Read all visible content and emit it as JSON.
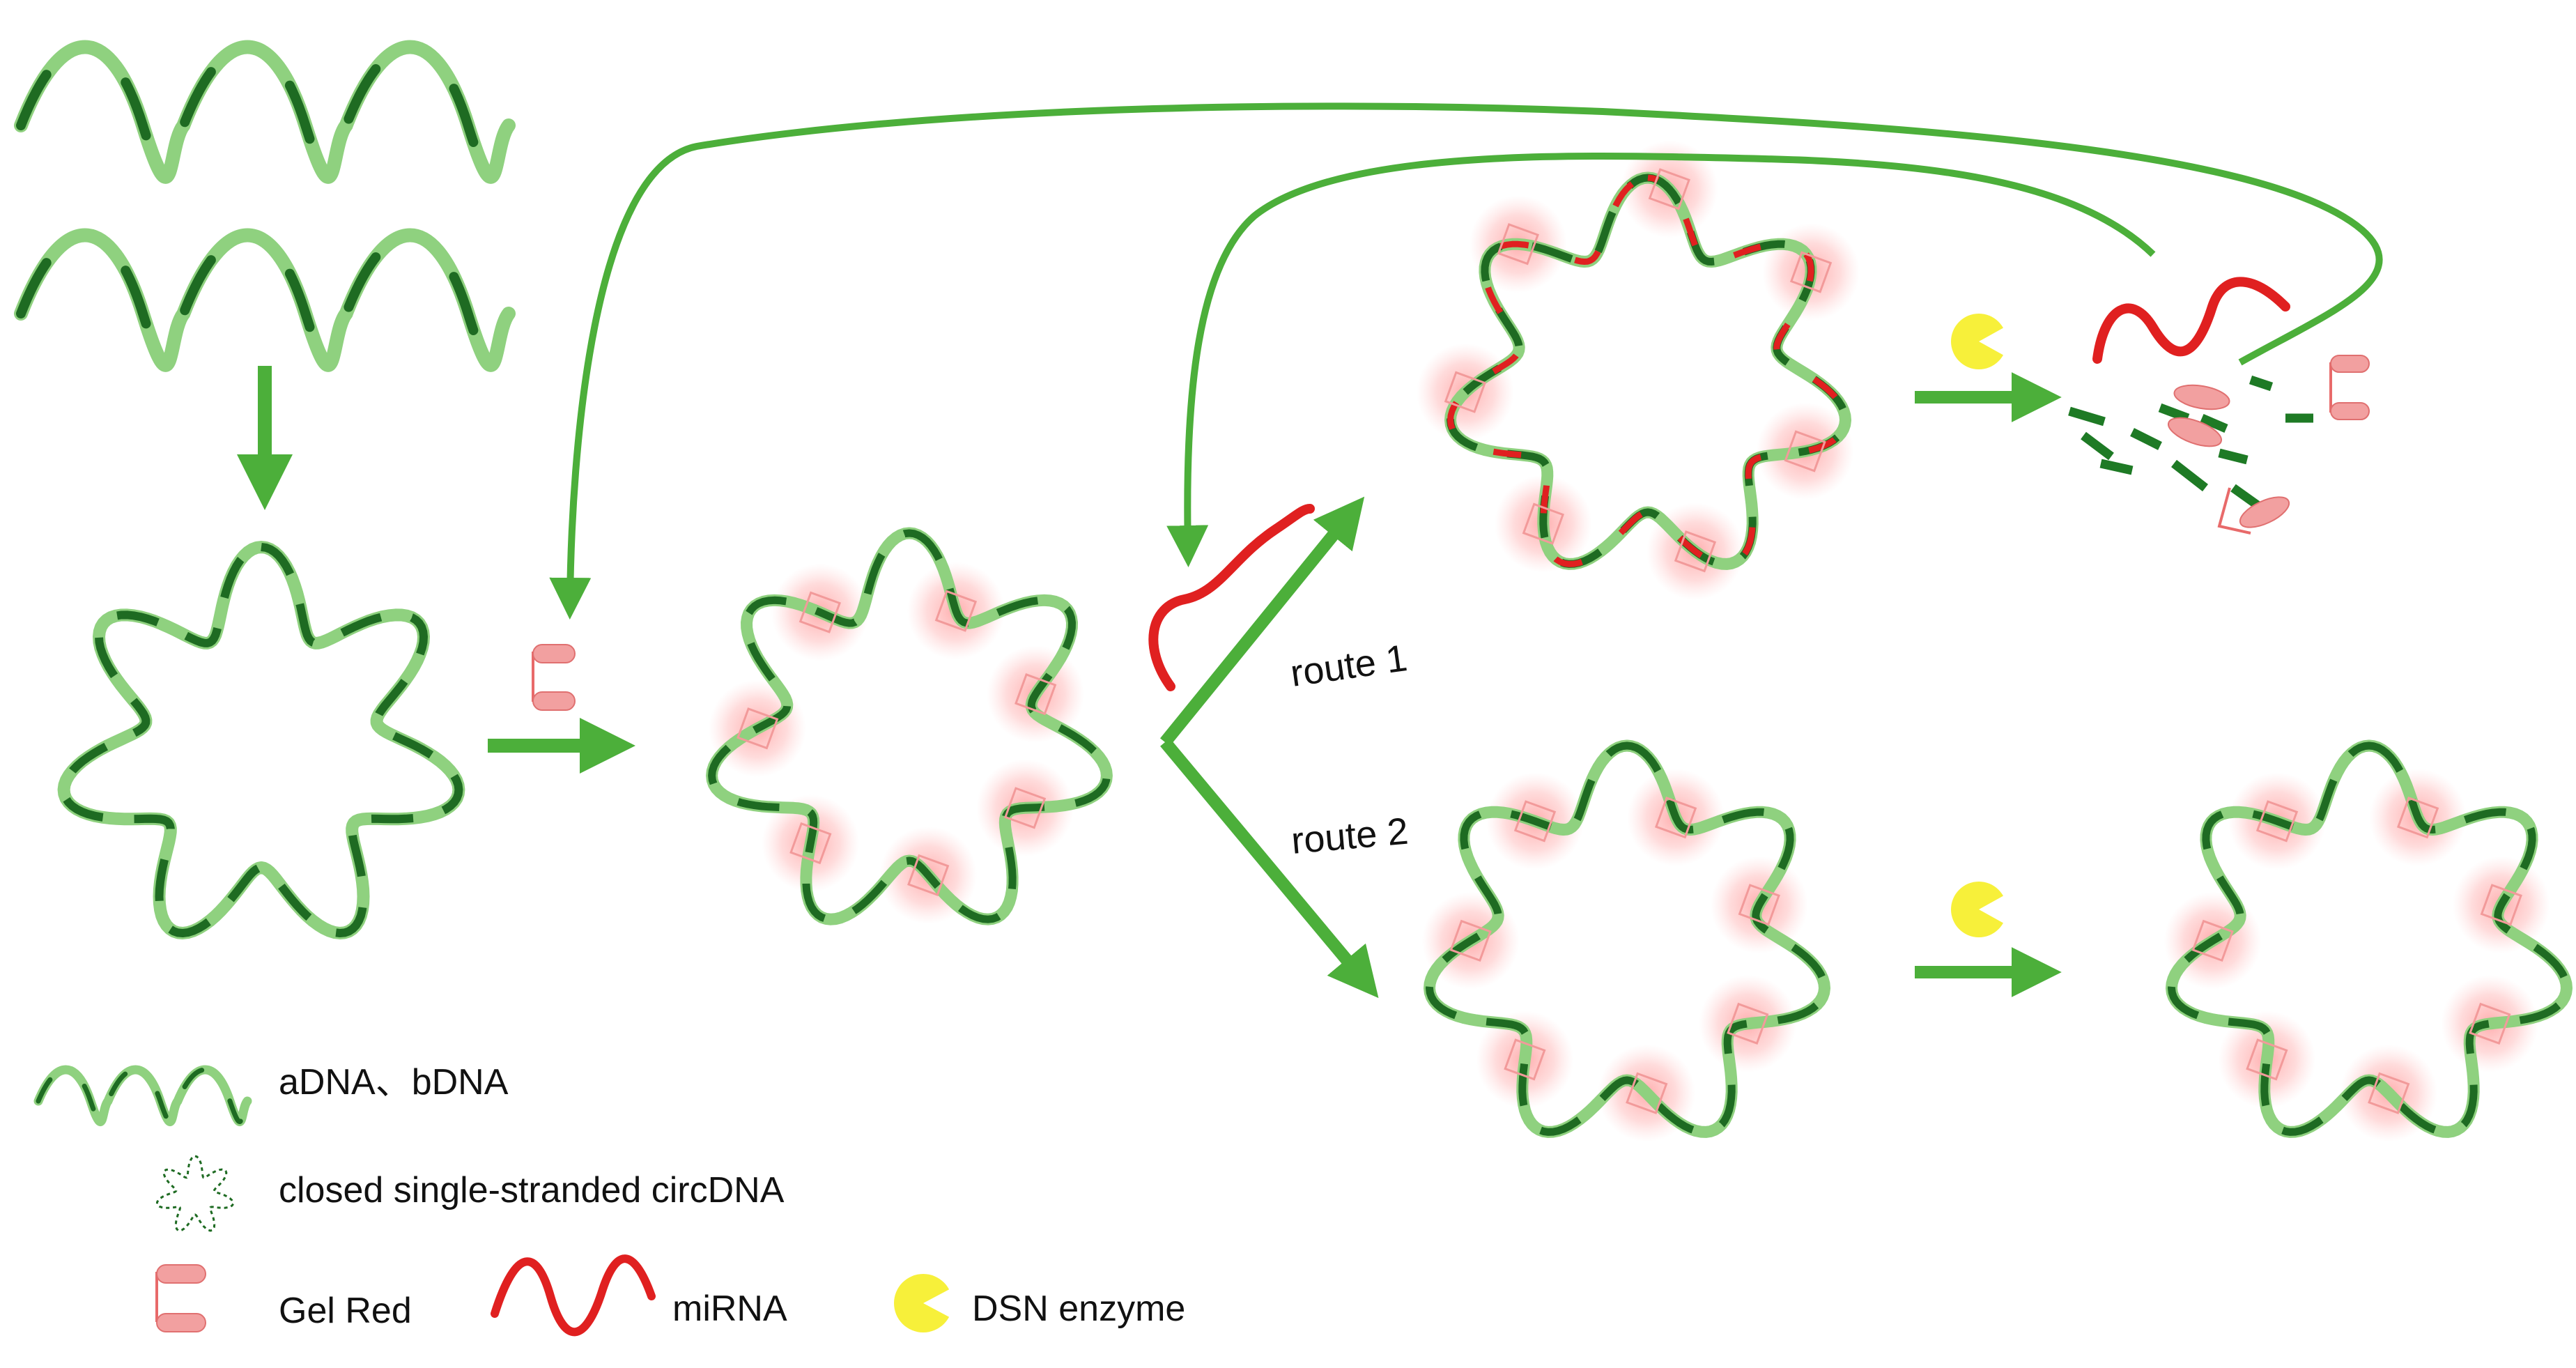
{
  "labels": {
    "route1": "route 1",
    "route2": "route 2"
  },
  "legend": {
    "dna": "aDNA、bDNA",
    "circ": "closed single-stranded circDNA",
    "gelred": "Gel Red",
    "mirna": "miRNA",
    "dsn": "DSN enzyme"
  },
  "colors": {
    "dna_dark": "#1e6b22",
    "dna_light": "#8fd17f",
    "arrow": "#4caf3a",
    "mirna": "#e02020",
    "gelred": "#f2a0a0",
    "glow": "#ff6b6b",
    "dsn": "#f7f03a"
  }
}
